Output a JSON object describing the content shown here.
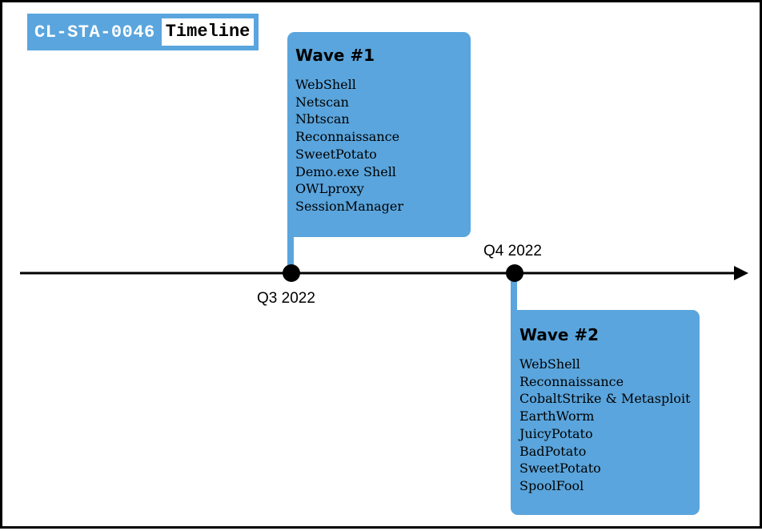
{
  "header": {
    "code": "CL-STA-0046",
    "word": "Timeline"
  },
  "colors": {
    "accent": "#5aa5dd",
    "line": "#000000",
    "background": "#ffffff"
  },
  "timeline": {
    "milestones": [
      {
        "label": "Q3 2022"
      },
      {
        "label": "Q4 2022"
      }
    ]
  },
  "waves": [
    {
      "title": "Wave #1",
      "items": [
        "WebShell",
        "Netscan",
        "Nbtscan",
        "Reconnaissance",
        "SweetPotato",
        "Demo.exe Shell",
        "OWLproxy",
        "SessionManager"
      ]
    },
    {
      "title": "Wave #2",
      "items": [
        "WebShell",
        "Reconnaissance",
        "CobaltStrike & Metasploit",
        "EarthWorm",
        "JuicyPotato",
        "BadPotato",
        "SweetPotato",
        "SpoolFool"
      ]
    }
  ]
}
